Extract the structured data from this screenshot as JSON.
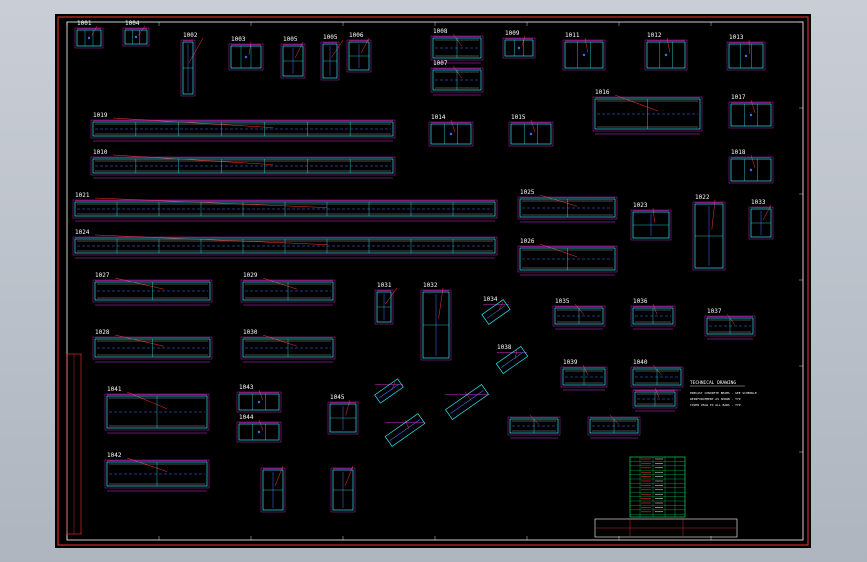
{
  "drawing": {
    "title_block_lines": [
      "",
      "",
      ""
    ],
    "notes_heading": "TECHNICAL DRAWING",
    "notes": [
      "PRECAST CONCRETE BEAMS - SEE SCHEDULE",
      "REINFORCEMENT AS SHOWN - TYP",
      "COVER 25mm TO ALL BARS - TYP"
    ]
  },
  "parts": [
    {
      "label": "1001"
    },
    {
      "label": "1004"
    },
    {
      "label": "1002"
    },
    {
      "label": "1003"
    },
    {
      "label": "1005"
    },
    {
      "label": "1005"
    },
    {
      "label": "1006"
    },
    {
      "label": "1008"
    },
    {
      "label": "1007"
    },
    {
      "label": "1009"
    },
    {
      "label": "1011"
    },
    {
      "label": "1012"
    },
    {
      "label": "1013"
    },
    {
      "label": "1014"
    },
    {
      "label": "1015"
    },
    {
      "label": "1016"
    },
    {
      "label": "1017"
    },
    {
      "label": "1018"
    },
    {
      "label": "1019"
    },
    {
      "label": "1010"
    },
    {
      "label": "1021"
    },
    {
      "label": "1024"
    },
    {
      "label": "1025"
    },
    {
      "label": "1026"
    },
    {
      "label": "1023"
    },
    {
      "label": "1022"
    },
    {
      "label": "1033"
    },
    {
      "label": "1027"
    },
    {
      "label": "1028"
    },
    {
      "label": "1029"
    },
    {
      "label": "1030"
    },
    {
      "label": "1031"
    },
    {
      "label": "1032"
    },
    {
      "label": "1034"
    },
    {
      "label": "1035"
    },
    {
      "label": "1036"
    },
    {
      "label": "1037"
    },
    {
      "label": "1038"
    },
    {
      "label": "1039"
    },
    {
      "label": "1040"
    },
    {
      "label": "1041"
    },
    {
      "label": "1042"
    },
    {
      "label": "1043"
    },
    {
      "label": "1044"
    },
    {
      "label": "1045"
    }
  ]
}
